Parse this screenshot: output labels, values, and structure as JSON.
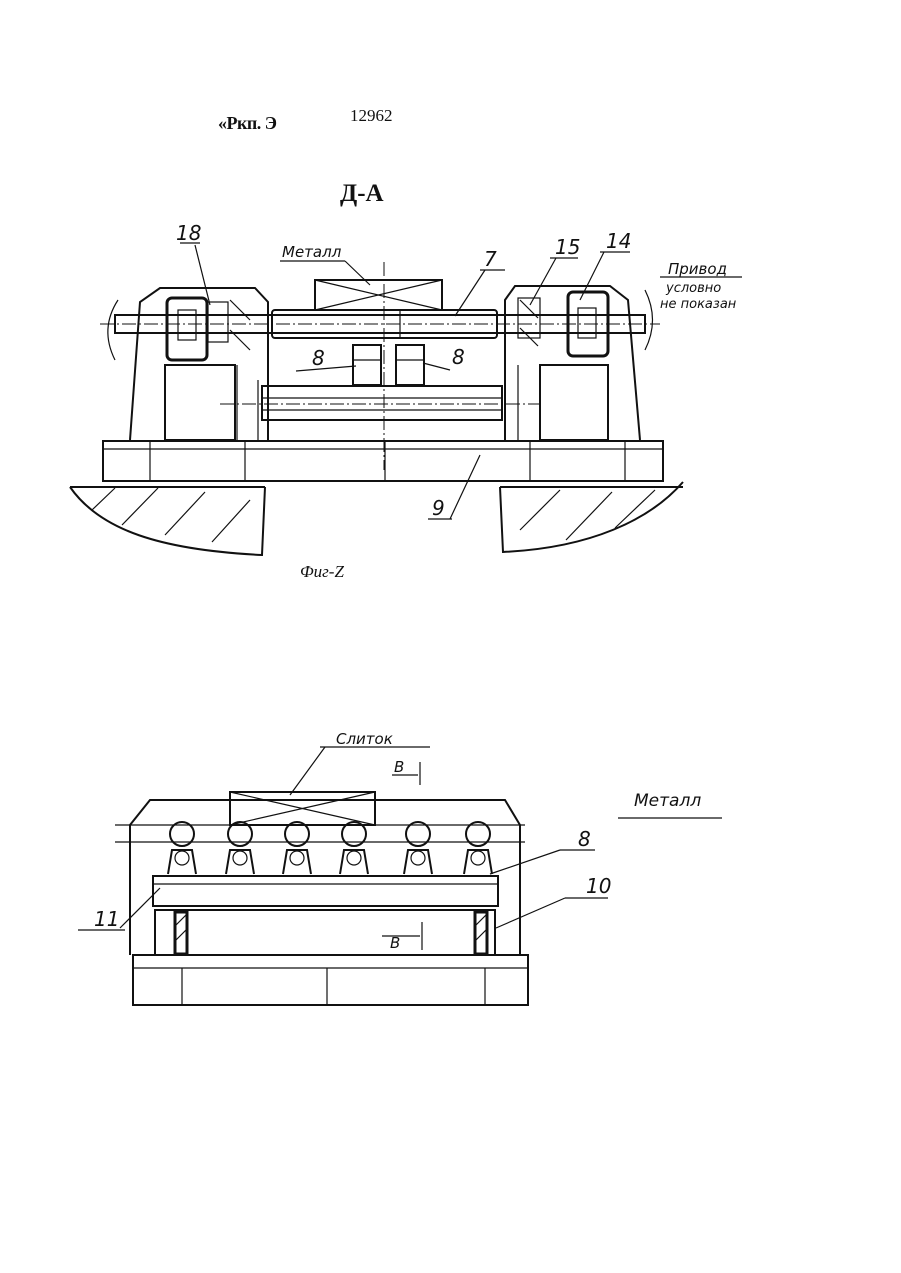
{
  "header": {
    "left_text": "«Ркп. Э",
    "doc_number": "12962"
  },
  "figure1": {
    "section_title": "Д-А",
    "labels": {
      "metal": "Металл",
      "drive_line1": "Привод",
      "drive_line2": "условно",
      "drive_line3": "не показан"
    },
    "callouts": {
      "n18": "18",
      "n15": "15",
      "n14": "14",
      "n7": "7",
      "n8_left": "8",
      "n8_right": "8",
      "n9": "9"
    },
    "caption": "Фиг-Z"
  },
  "figure2": {
    "labels": {
      "ingot": "Слиток",
      "metal": "Металл",
      "section_top": "В",
      "section_bottom": "В"
    },
    "callouts": {
      "n8": "8",
      "n10": "10",
      "n11": "11"
    }
  }
}
